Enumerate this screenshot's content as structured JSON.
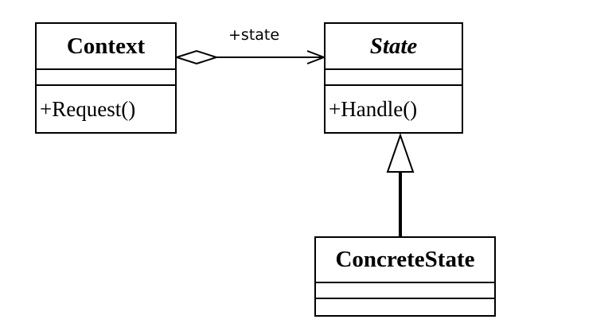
{
  "classes": {
    "context": {
      "name": "Context",
      "abstract": false,
      "attributes": [],
      "operations": [
        "+Request()"
      ]
    },
    "state": {
      "name": "State",
      "abstract": true,
      "attributes": [],
      "operations": [
        "+Handle()"
      ]
    },
    "concrete_state": {
      "name": "ConcreteState",
      "abstract": false,
      "attributes": [],
      "operations": []
    }
  },
  "relationships": [
    {
      "type": "aggregation-association",
      "from": "Context",
      "to": "State",
      "label": "+state",
      "navigable": true
    },
    {
      "type": "generalization",
      "from": "ConcreteState",
      "to": "State"
    }
  ]
}
